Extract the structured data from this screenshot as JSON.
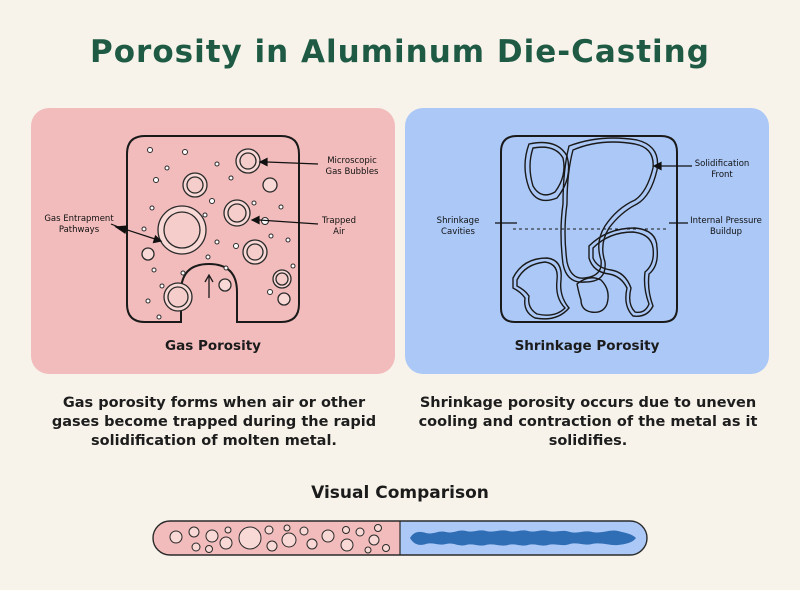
{
  "title": "Porosity in Aluminum Die-Casting",
  "panels": {
    "gas": {
      "caption": "Gas Porosity",
      "labels": {
        "microscopic": "Microscopic\nGas Bubbles",
        "entrapment": "Gas Entrapment\nPathways",
        "trapped_air": "Trapped\nAir"
      },
      "description": "Gas porosity forms when air or other gases become trapped during the rapid solidification of molten metal.",
      "color": "#f2bcbc"
    },
    "shrinkage": {
      "caption": "Shrinkage Porosity",
      "labels": {
        "solidification_front": "Solidification\nFront",
        "shrinkage_cavities": "Shrinkage\nCavities",
        "internal_pressure": "Internal Pressure\nBuildup"
      },
      "description": "Shrinkage porosity occurs due to uneven cooling and contraction of the metal as it solidifies.",
      "color": "#abc8f7"
    }
  },
  "comparison": {
    "title": "Visual Comparison",
    "left_color": "#f2bcbc",
    "right_color": "#abc8f7",
    "wave_color": "#2f6db5"
  },
  "colors": {
    "title": "#1f5a45",
    "background": "#f7f3ea"
  }
}
